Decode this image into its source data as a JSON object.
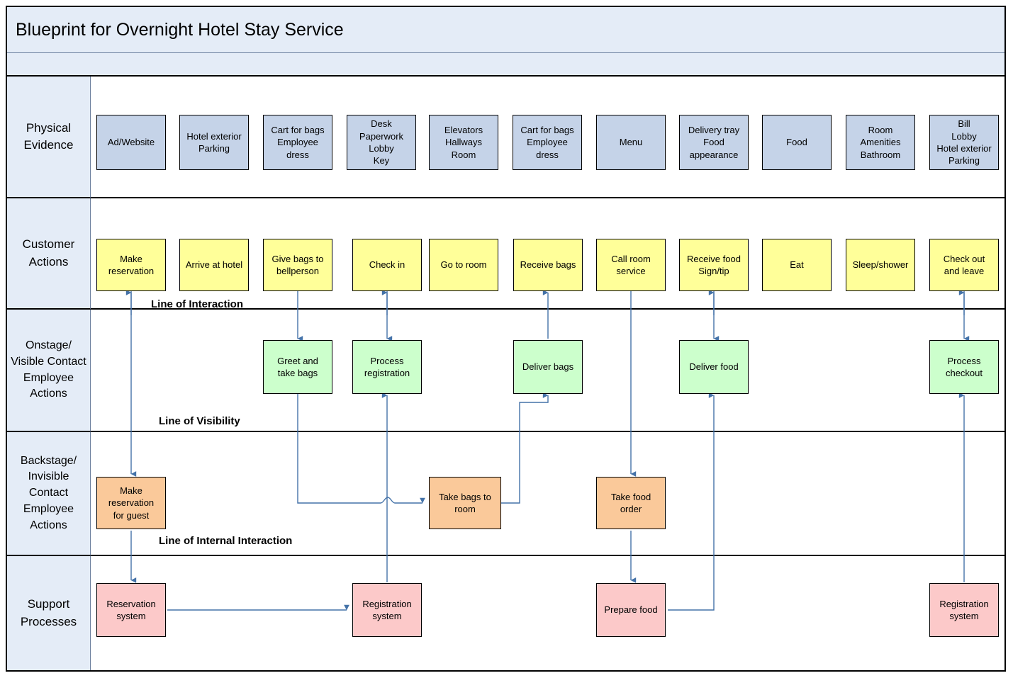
{
  "header": {
    "title": "Blueprint for Overnight Hotel Stay Service"
  },
  "colors": {
    "header_band": "#e4ecf7",
    "physical_evidence": "#c5d3e8",
    "customer_actions": "#ffff99",
    "onstage": "#ccffcc",
    "backstage": "#fac99a",
    "support": "#fcc9c9",
    "connector": "#4472a8",
    "border": "#000000"
  },
  "lanes": [
    {
      "id": "physical-evidence",
      "label": "Physical\nEvidence"
    },
    {
      "id": "customer-actions",
      "label": "Customer\nActions"
    },
    {
      "id": "onstage",
      "label": "Onstage/\nVisible\nContact\nEmployee\nActions"
    },
    {
      "id": "backstage",
      "label": "Backstage/\nInvisible\nContact\nEmployee\nActions"
    },
    {
      "id": "support-processes",
      "label": "Support\nProcesses"
    }
  ],
  "separator_lines": [
    {
      "id": "line-of-interaction",
      "label": "Line of Interaction"
    },
    {
      "id": "line-of-visibility",
      "label": "Line of Visibility"
    },
    {
      "id": "line-of-internal-interaction",
      "label": "Line of Internal Interaction"
    }
  ],
  "physical_evidence": [
    {
      "label": "Ad/Website"
    },
    {
      "label": "Hotel exterior\nParking"
    },
    {
      "label": "Cart for bags\nEmployee\ndress"
    },
    {
      "label": "Desk\nPaperwork\nLobby\nKey"
    },
    {
      "label": "Elevators\nHallways\nRoom"
    },
    {
      "label": "Cart for bags\nEmployee\ndress"
    },
    {
      "label": "Menu"
    },
    {
      "label": "Delivery tray\nFood\nappearance"
    },
    {
      "label": "Food"
    },
    {
      "label": "Room\nAmenities\nBathroom"
    },
    {
      "label": "Bill\nLobby\nHotel exterior\nParking"
    }
  ],
  "customer_actions": [
    {
      "label": "Make\nreservation"
    },
    {
      "label": "Arrive at hotel"
    },
    {
      "label": "Give bags to\nbellperson"
    },
    {
      "label": "Check in"
    },
    {
      "label": "Go to room"
    },
    {
      "label": "Receive bags"
    },
    {
      "label": "Call room\nservice"
    },
    {
      "label": "Receive food\nSign/tip"
    },
    {
      "label": "Eat"
    },
    {
      "label": "Sleep/shower"
    },
    {
      "label": "Check out\nand leave"
    }
  ],
  "onstage_actions": [
    {
      "label": "Greet and\ntake bags"
    },
    {
      "label": "Process\nregistration"
    },
    {
      "label": "Deliver bags"
    },
    {
      "label": "Deliver food"
    },
    {
      "label": "Process\ncheckout"
    }
  ],
  "backstage_actions": [
    {
      "label": "Make\nreservation\nfor guest"
    },
    {
      "label": "Take bags to\nroom"
    },
    {
      "label": "Take food\norder"
    }
  ],
  "support_processes": [
    {
      "label": "Reservation\nsystem"
    },
    {
      "label": "Registration\nsystem"
    },
    {
      "label": "Prepare food"
    },
    {
      "label": "Registration\nsystem"
    }
  ]
}
